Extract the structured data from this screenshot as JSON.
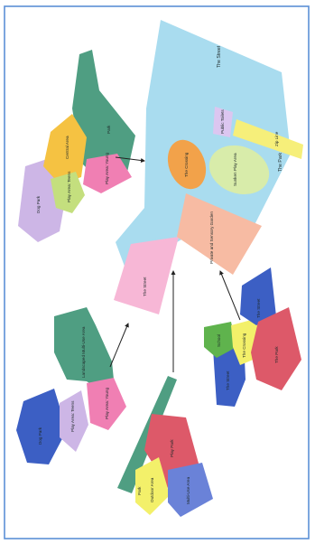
{
  "colors": {
    "frame": "#5b8fd6",
    "street": "#a9dcef",
    "park_green": "#4f9e82",
    "dog_park_purple": "#cdb6e6",
    "central_orange": "#f5c242",
    "lime": "#c4df7e",
    "pink": "#f07fb3",
    "peach": "#f7bba3",
    "orange": "#f2a24a",
    "sunken_green": "#d8ecaa",
    "blue": "#3c5fc4",
    "yellow": "#f3f06a",
    "red": "#dd5969",
    "green": "#5fb34d",
    "arrow": "#222222"
  },
  "labels": {
    "the_street_top": "The Street",
    "public_toilets": "Public Toilets",
    "zip_line": "Zip Line",
    "the_park_right": "The Park",
    "sunken_play_area": "Sunken Play Area",
    "the_crossing": "The Crossing",
    "private_sensory_garden": "Private and Sensory Garden",
    "the_street_lower": "The Street",
    "g1_park": "Park",
    "g1_central_area": "Central Area",
    "g1_dog_park": "Dog Park",
    "g1_play_teens": "Play Area: Teens",
    "g1_play_young": "Play Area: Young",
    "g2_landscaped": "Landscaped Multi-Use Area",
    "g2_dog_park": "Dog Park",
    "g2_play_teens": "Play Area: Teens",
    "g2_play_young": "Play Area: Young",
    "g3_park": "Park",
    "g3_play_park": "Play Park",
    "g3_outdoor": "Outdoor Area",
    "g3_multi_use": "Multi-Use Area",
    "g4_the_street": "The Street",
    "g4_the_crossing": "The Crossing",
    "g4_school": "School",
    "g4_the_street_b": "The Street",
    "g4_the_park": "The Park"
  }
}
